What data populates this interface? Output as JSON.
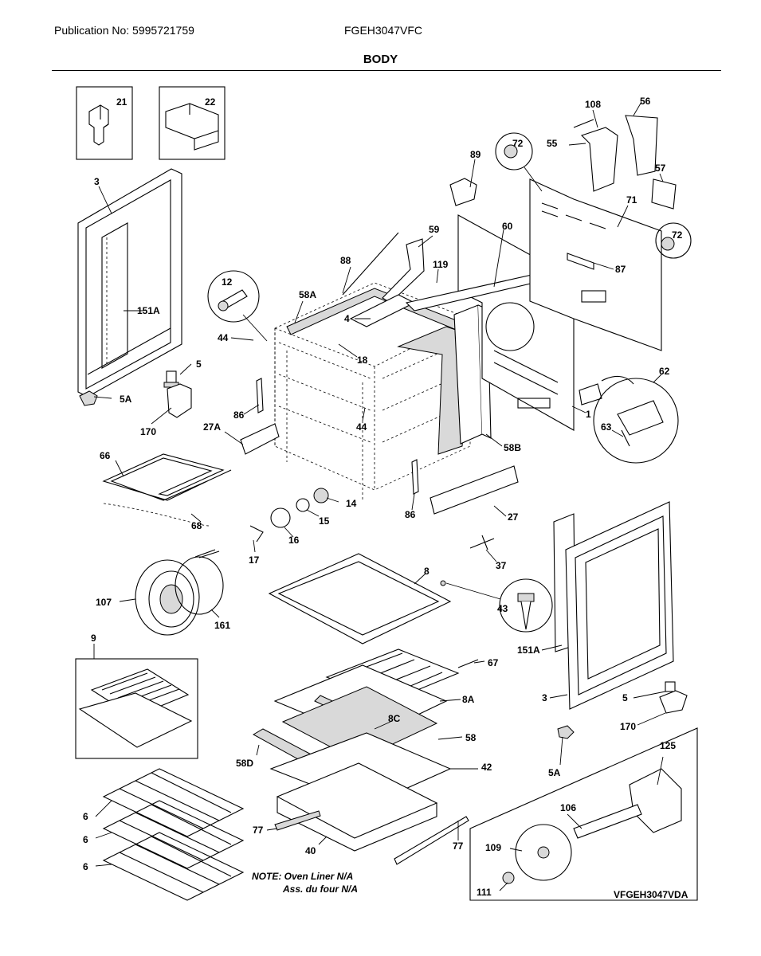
{
  "header": {
    "publication": "Publication No: 5995721759",
    "model": "FGEH3047VFC",
    "section_title": "BODY"
  },
  "note": {
    "line1": "NOTE: Oven Liner N/A",
    "line2": "Ass. du four N/A"
  },
  "diagram_code": "VFGEH3047VDA",
  "callouts": [
    {
      "id": "c21",
      "text": "21"
    },
    {
      "id": "c22",
      "text": "22"
    },
    {
      "id": "c3a",
      "text": "3"
    },
    {
      "id": "c151Aa",
      "text": "151A"
    },
    {
      "id": "c5a",
      "text": "5"
    },
    {
      "id": "c5Aa",
      "text": "5A"
    },
    {
      "id": "c170a",
      "text": "170"
    },
    {
      "id": "c12",
      "text": "12"
    },
    {
      "id": "c44a",
      "text": "44"
    },
    {
      "id": "c58A",
      "text": "58A"
    },
    {
      "id": "c88",
      "text": "88"
    },
    {
      "id": "c4",
      "text": "4"
    },
    {
      "id": "c18",
      "text": "18"
    },
    {
      "id": "c86a",
      "text": "86"
    },
    {
      "id": "c27A",
      "text": "27A"
    },
    {
      "id": "c44b",
      "text": "44"
    },
    {
      "id": "c59",
      "text": "59"
    },
    {
      "id": "c119",
      "text": "119"
    },
    {
      "id": "c60",
      "text": "60"
    },
    {
      "id": "c89",
      "text": "89"
    },
    {
      "id": "c72a",
      "text": "72"
    },
    {
      "id": "c108",
      "text": "108"
    },
    {
      "id": "c56",
      "text": "56"
    },
    {
      "id": "c55",
      "text": "55"
    },
    {
      "id": "c57",
      "text": "57"
    },
    {
      "id": "c71",
      "text": "71"
    },
    {
      "id": "c72b",
      "text": "72"
    },
    {
      "id": "c87",
      "text": "87"
    },
    {
      "id": "c62",
      "text": "62"
    },
    {
      "id": "c63",
      "text": "63"
    },
    {
      "id": "c1",
      "text": "1"
    },
    {
      "id": "c58B",
      "text": "58B"
    },
    {
      "id": "c66",
      "text": "66"
    },
    {
      "id": "c68",
      "text": "68"
    },
    {
      "id": "c14",
      "text": "14"
    },
    {
      "id": "c15",
      "text": "15"
    },
    {
      "id": "c16",
      "text": "16"
    },
    {
      "id": "c17",
      "text": "17"
    },
    {
      "id": "c86b",
      "text": "86"
    },
    {
      "id": "c27",
      "text": "27"
    },
    {
      "id": "c37",
      "text": "37"
    },
    {
      "id": "c107",
      "text": "107"
    },
    {
      "id": "c161",
      "text": "161"
    },
    {
      "id": "c8",
      "text": "8"
    },
    {
      "id": "c43",
      "text": "43"
    },
    {
      "id": "c9",
      "text": "9"
    },
    {
      "id": "c67",
      "text": "67"
    },
    {
      "id": "c151Ab",
      "text": "151A"
    },
    {
      "id": "c3b",
      "text": "3"
    },
    {
      "id": "c5b",
      "text": "5"
    },
    {
      "id": "c170b",
      "text": "170"
    },
    {
      "id": "c8A",
      "text": "8A"
    },
    {
      "id": "c8C",
      "text": "8C"
    },
    {
      "id": "c58",
      "text": "58"
    },
    {
      "id": "c58D",
      "text": "58D"
    },
    {
      "id": "c42",
      "text": "42"
    },
    {
      "id": "c5Ab",
      "text": "5A"
    },
    {
      "id": "c125",
      "text": "125"
    },
    {
      "id": "c6a",
      "text": "6"
    },
    {
      "id": "c6b",
      "text": "6"
    },
    {
      "id": "c6c",
      "text": "6"
    },
    {
      "id": "c77a",
      "text": "77"
    },
    {
      "id": "c40",
      "text": "40"
    },
    {
      "id": "c77b",
      "text": "77"
    },
    {
      "id": "c106",
      "text": "106"
    },
    {
      "id": "c109",
      "text": "109"
    },
    {
      "id": "c111",
      "text": "111"
    }
  ]
}
